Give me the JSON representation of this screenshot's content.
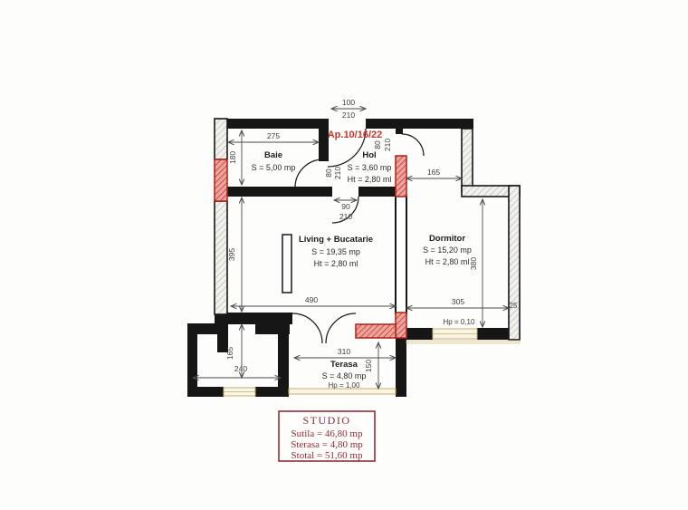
{
  "plan": {
    "apartment_label": "Ap.10/16/22",
    "rooms": {
      "baie": {
        "name": "Baie",
        "area": "S = 5,00 mp"
      },
      "hol": {
        "name": "Hol",
        "area": "S = 3,60 mp",
        "height": "Ht = 2,80 ml"
      },
      "living": {
        "name": "Living + Bucatarie",
        "area": "S = 19,35 mp",
        "height": "Ht = 2,80 ml"
      },
      "dormitor": {
        "name": "Dormitor",
        "area": "S = 15,20 mp",
        "height": "Ht = 2,80 ml"
      },
      "terasa": {
        "name": "Terasa",
        "area": "S = 4,80 mp",
        "parapet": "Hp = 1,00"
      }
    },
    "dims": {
      "entrance": {
        "w": "100",
        "h": "210"
      },
      "baie_width": "275",
      "baie_height": "180",
      "baie_door": {
        "w": "80",
        "h": "210"
      },
      "dorm_door": {
        "w": "80",
        "h": "210"
      },
      "living_door": {
        "w": "90",
        "h": "210"
      },
      "hol_dorm": "165",
      "living_h": "395",
      "living_w": "490",
      "dorm_w": "305",
      "dorm_h": "380",
      "dorm_offset": "25",
      "dorm_window_hp": "Hp = 0,10",
      "terasa_w": "310",
      "terasa_h": "150",
      "balcony_h": "165",
      "balcony_w": "240"
    },
    "summary": {
      "title": "STUDIO",
      "utila": "Sutila = 46,80 mp",
      "terasa": "Sterasa = 4,80 mp",
      "total": "Stotal = 51,60 mp"
    },
    "colors": {
      "accent_red": "#c0392b",
      "maroon": "#8c2f39",
      "window_tan": "#d9c99a",
      "wall_black": "#161616"
    }
  }
}
